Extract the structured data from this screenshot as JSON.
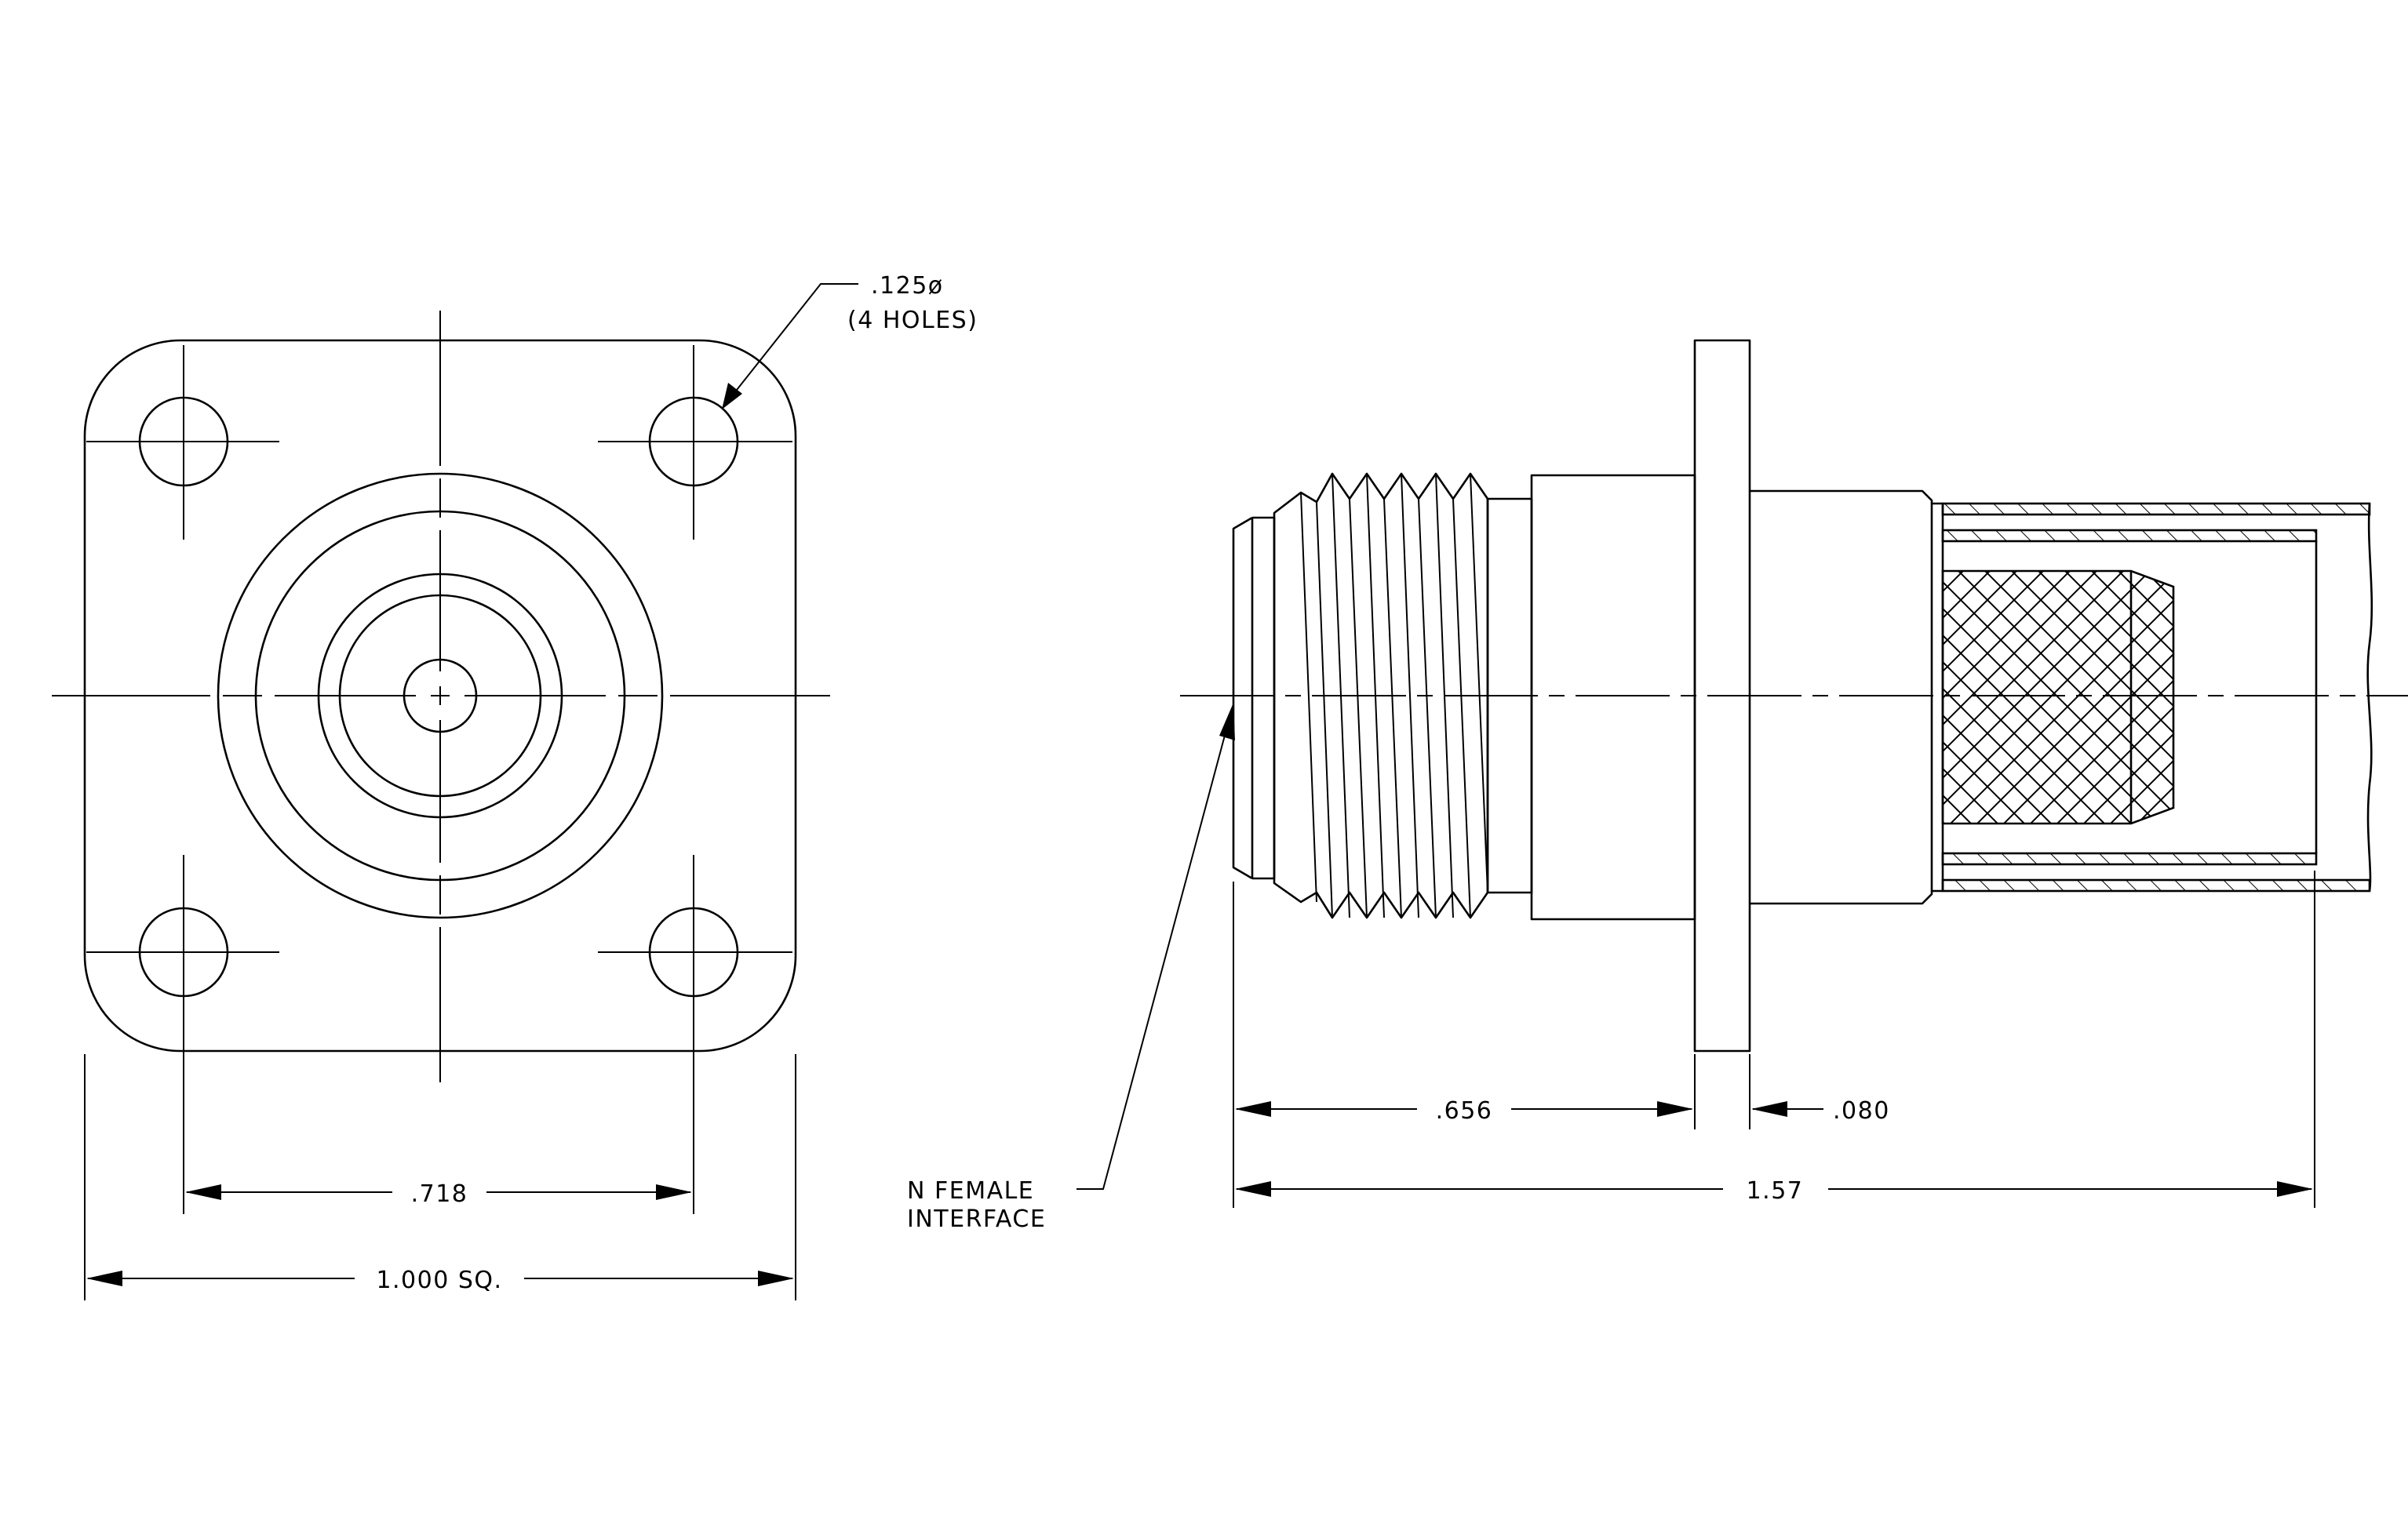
{
  "drawing": {
    "labels": {
      "hole_size": ".125ø",
      "hole_count": "(4 HOLES)",
      "hole_spacing": ".718",
      "flange_size": "1.000 SQ.",
      "front_length": ".656",
      "flange_thickness": ".080",
      "overall_length": "1.57",
      "interface_line1": "N FEMALE",
      "interface_line2": "INTERFACE"
    }
  }
}
